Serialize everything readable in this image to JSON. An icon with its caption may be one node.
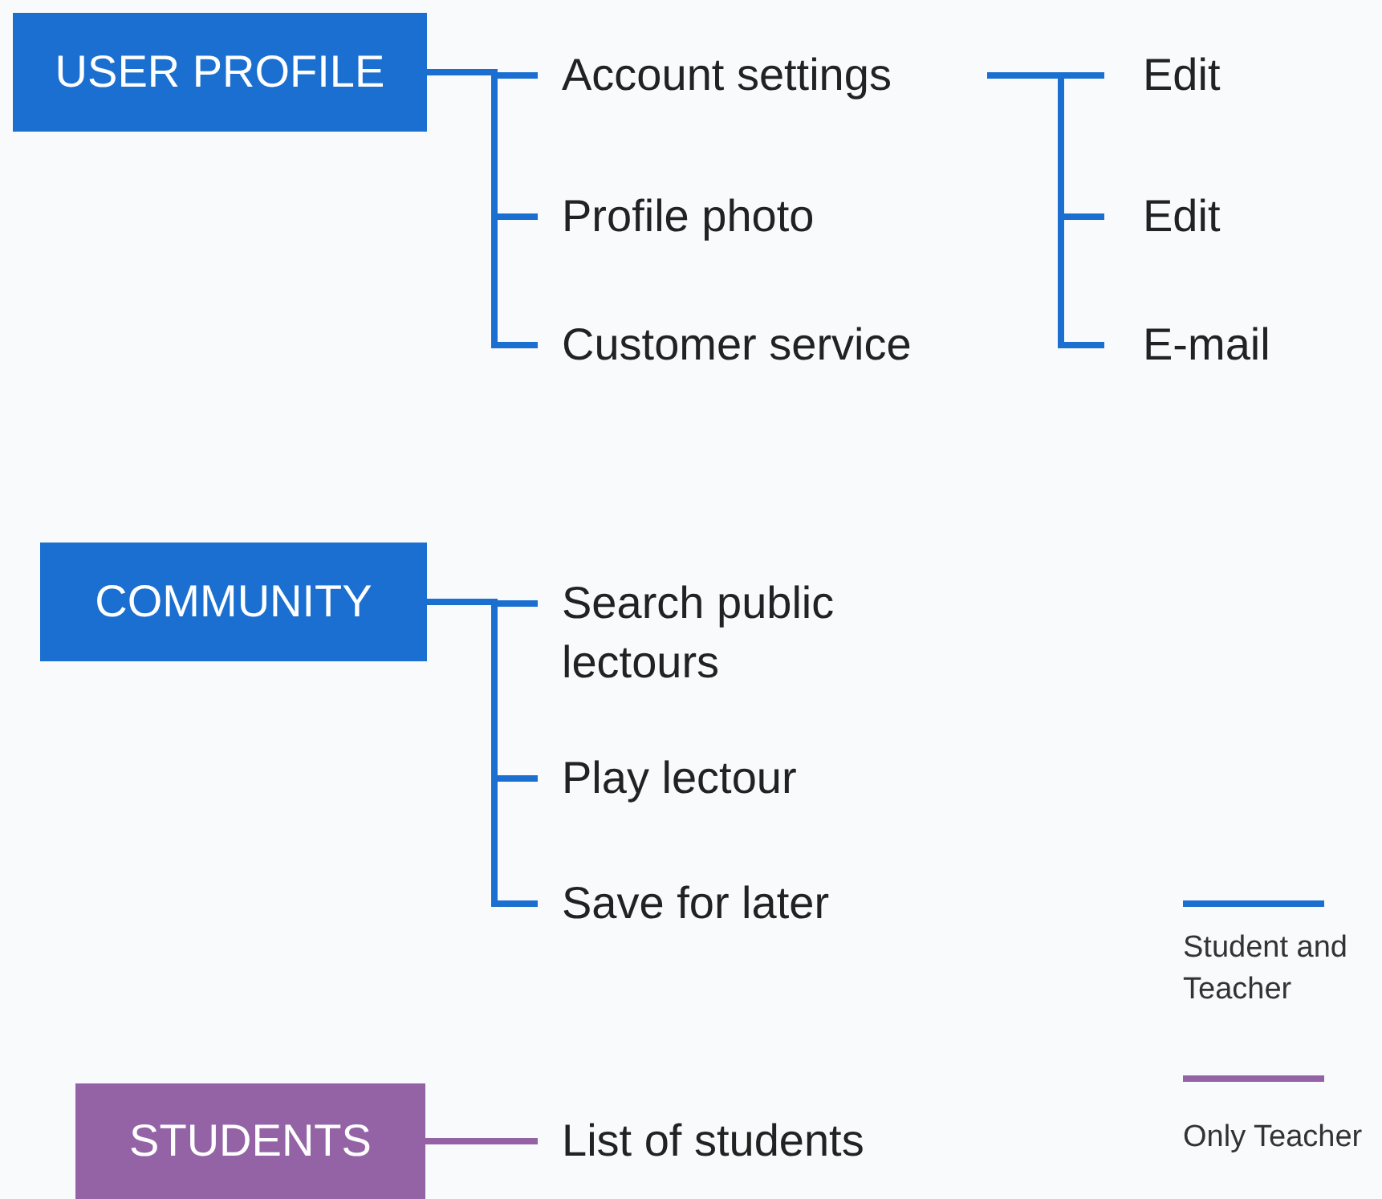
{
  "diagram": {
    "nodes": [
      {
        "text": [
          "USER PROFILE"
        ]
      },
      {
        "text": [
          "Account settings"
        ]
      },
      {
        "text": [
          "Profile photo"
        ]
      },
      {
        "text": [
          "Customer service"
        ]
      },
      {
        "text": [
          "Edit"
        ]
      },
      {
        "text": [
          "Edit"
        ]
      },
      {
        "text": [
          "E-mail"
        ]
      },
      {
        "text": [
          "COMMUNITY"
        ]
      },
      {
        "text": [
          "Search public lectours"
        ]
      },
      {
        "text": [
          "Play lectour"
        ]
      },
      {
        "text": [
          "Save for later"
        ]
      },
      {
        "text": [
          "STUDENTS"
        ]
      },
      {
        "text": [
          "List of students"
        ]
      }
    ],
    "edges": [
      {
        "from": 0,
        "to": 1,
        "arrow": "none"
      },
      {
        "from": 0,
        "to": 2,
        "arrow": "none"
      },
      {
        "from": 0,
        "to": 3,
        "arrow": "none"
      },
      {
        "from": 1,
        "to": 4,
        "arrow": "none"
      },
      {
        "from": 1,
        "to": 5,
        "arrow": "none"
      },
      {
        "from": 1,
        "to": 6,
        "arrow": "none"
      },
      {
        "from": 7,
        "to": 8,
        "arrow": "none"
      },
      {
        "from": 7,
        "to": 9,
        "arrow": "none"
      },
      {
        "from": 7,
        "to": 10,
        "arrow": "none"
      },
      {
        "from": 11,
        "to": 12,
        "arrow": "none",
        "color": "#9463a6"
      }
    ],
    "legend": [
      {
        "text": "Student and Teacher",
        "color": "#1a6fd0"
      },
      {
        "text": "Only Teacher",
        "color": "#9463a6"
      }
    ]
  }
}
